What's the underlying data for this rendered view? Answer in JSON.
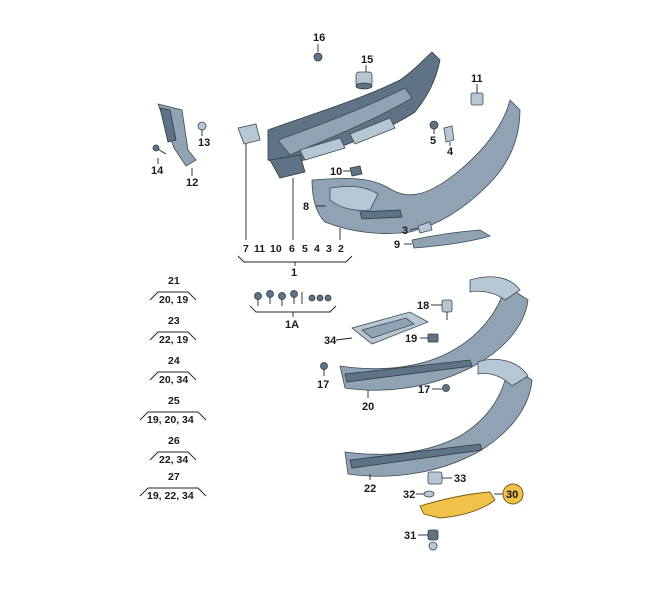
{
  "callouts": {
    "c16": "16",
    "c15": "15",
    "c11": "11",
    "c13": "13",
    "c14": "14",
    "c12": "12",
    "c5": "5",
    "c4": "4",
    "c10": "10",
    "c8": "8",
    "c3": "3",
    "c9": "9",
    "c18": "18",
    "c34": "34",
    "c19": "19",
    "c17a": "17",
    "c17b": "17",
    "c20": "20",
    "c22": "22",
    "c33": "33",
    "c32": "32",
    "c30": "30",
    "c31": "31"
  },
  "group1": {
    "parts": [
      "7",
      "11",
      "10",
      "6",
      "5",
      "4",
      "3",
      "2"
    ],
    "label": "1"
  },
  "group1A": {
    "label": "1A"
  },
  "combos": [
    {
      "id": "21",
      "parts": "20, 19"
    },
    {
      "id": "23",
      "parts": "22, 19"
    },
    {
      "id": "24",
      "parts": "20, 34"
    },
    {
      "id": "25",
      "parts": "19, 20, 34"
    },
    {
      "id": "26",
      "parts": "22, 34"
    },
    {
      "id": "27",
      "parts": "19, 22, 34"
    }
  ],
  "colors": {
    "part_fill": "#8fa3b4",
    "highlight": "#f1c24a"
  }
}
